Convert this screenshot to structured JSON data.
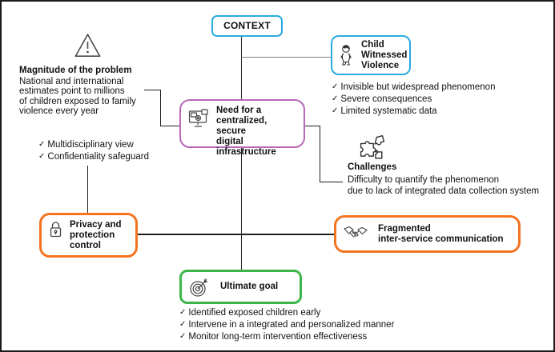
{
  "colors": {
    "cyan": "#29abe2",
    "purple": "#b768b7",
    "orange": "#f4731f",
    "green": "#3cb54a",
    "line": "#1f1f1f",
    "gray_line": "#7d7d7d"
  },
  "glyphs": {
    "check": "✓"
  },
  "nodes": {
    "context": {
      "label": "CONTEXT",
      "icon": null
    },
    "child": {
      "label": "Child\nWitnessed\nViolence",
      "icon": "child-icon"
    },
    "need": {
      "label": "Need for a\ncentralized, secure\ndigital infrastructure",
      "icon": "digital-infrastructure-monitor-icon"
    },
    "privacy": {
      "label": "Privacy and\nprotection\ncontrol",
      "icon": "padlock-icon"
    },
    "fragmented": {
      "label": "Fragmented\ninter-service communication",
      "icon": "handshake-icon"
    },
    "ultimate": {
      "label": "Ultimate goal",
      "icon": "target-dart-icon"
    }
  },
  "annotations": {
    "magnitude": {
      "icon": "warning-triangle-icon",
      "title": "Magnitude of the problem",
      "body": "National and international\nestimates point to millions\nof children exposed to family\nviolence every year"
    },
    "challenges": {
      "icon": "puzzle-pieces-icon",
      "title": "Challenges",
      "body": "Difficulty to quantify the phenomenon\ndue to lack of integrated data collection system"
    }
  },
  "checklists": {
    "left": [
      "Multidisciplinary view",
      "Confidentiality safeguard"
    ],
    "right": [
      "Invisible but widespread phenomenon",
      "Severe consequences",
      "Limited systematic data"
    ],
    "goal": [
      "Identified exposed children early",
      "Intervene in a integrated and personalized manner",
      "Monitor long-term intervention effectiveness"
    ]
  }
}
